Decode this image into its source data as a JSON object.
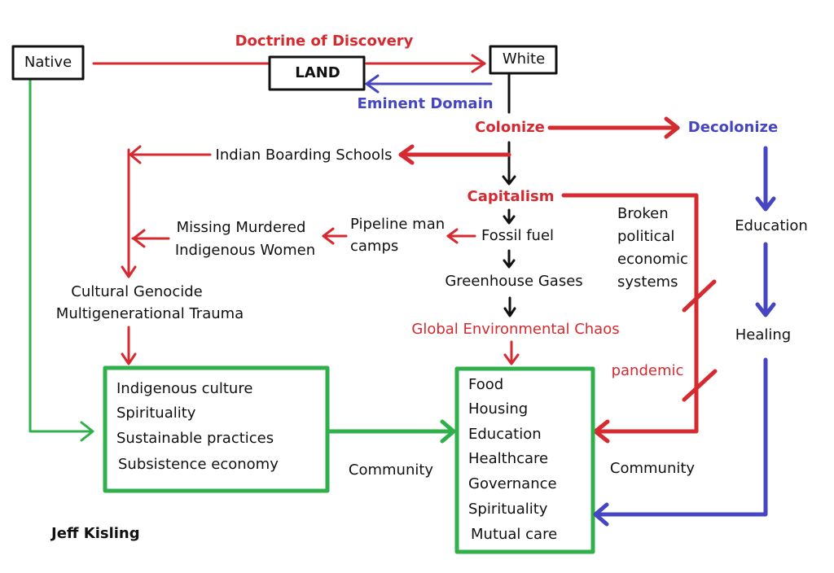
{
  "colors": {
    "red": "#d42a30",
    "blue": "#4646c0",
    "green": "#2fb04a",
    "black": "#111111"
  },
  "nodes": {
    "native": "Native",
    "land": "LAND",
    "white": "White",
    "doctrine": "Doctrine of Discovery",
    "eminent_domain": "Eminent Domain",
    "colonize": "Colonize",
    "decolonize": "Decolonize",
    "boarding_schools": "Indian Boarding Schools",
    "capitalism": "Capitalism",
    "mmiw": [
      "Missing Murdered",
      "Indigenous Women"
    ],
    "pipeline": [
      "Pipeline man",
      "camps"
    ],
    "fossil_fuel": "Fossil fuel",
    "greenhouse": "Greenhouse Gases",
    "chaos": "Global Environmental Chaos",
    "broken": [
      "Broken",
      "political",
      "economic",
      "systems"
    ],
    "pandemic": "pandemic",
    "cultural_genocide": "Cultural Genocide",
    "trauma": "Multigenerational Trauma",
    "education": "Education",
    "healing": "Healing",
    "community_left": "Community",
    "community_right": "Community",
    "author": "Jeff Kisling"
  },
  "indigenous_box": [
    "Indigenous culture",
    "Spirituality",
    "Sustainable practices",
    "Subsistence economy"
  ],
  "needs_box": [
    "Food",
    "Housing",
    "Education",
    "Healthcare",
    "Governance",
    "Spirituality",
    "Mutual care"
  ]
}
